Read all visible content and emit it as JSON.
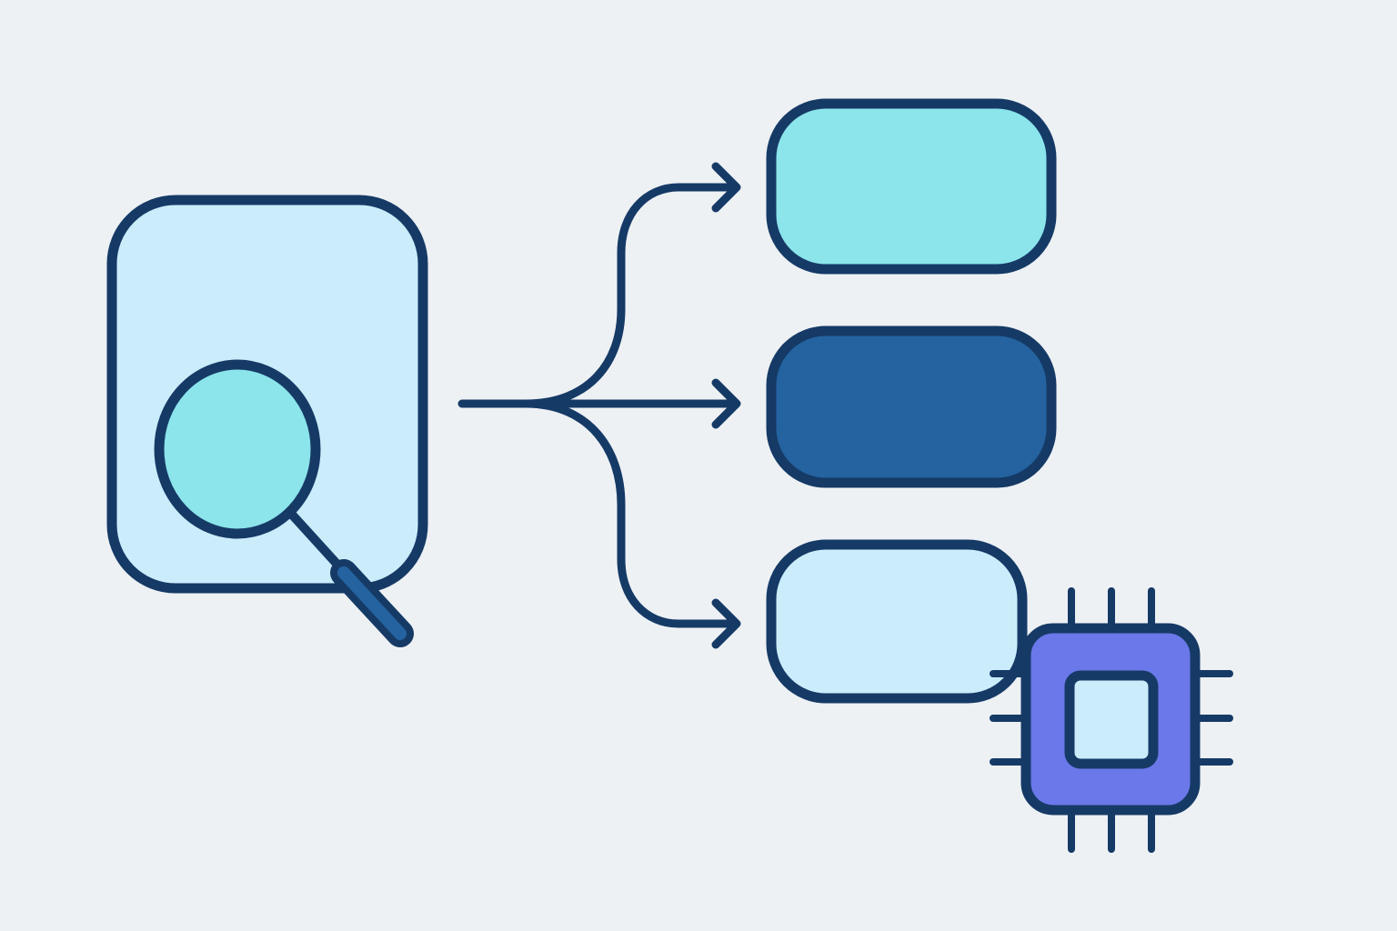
{
  "diagram": {
    "background_color": "#edf1f4",
    "stroke_color": "#163a66",
    "source": {
      "icon": "document-search-icon",
      "fill": "#cbedfb",
      "lens_fill": "#8be5eb",
      "handle_fill": "#2463a0"
    },
    "flow": {
      "icon": "branching-arrows-icon",
      "branch_count": 3
    },
    "targets": [
      {
        "icon": "output-block",
        "fill": "#8be5eb"
      },
      {
        "icon": "output-block",
        "fill": "#2463a0"
      },
      {
        "icon": "output-block",
        "fill": "#cbedfb"
      }
    ],
    "processor": {
      "icon": "cpu-chip-icon",
      "fill": "#6a78ea",
      "core_fill": "#cbedfb"
    }
  }
}
